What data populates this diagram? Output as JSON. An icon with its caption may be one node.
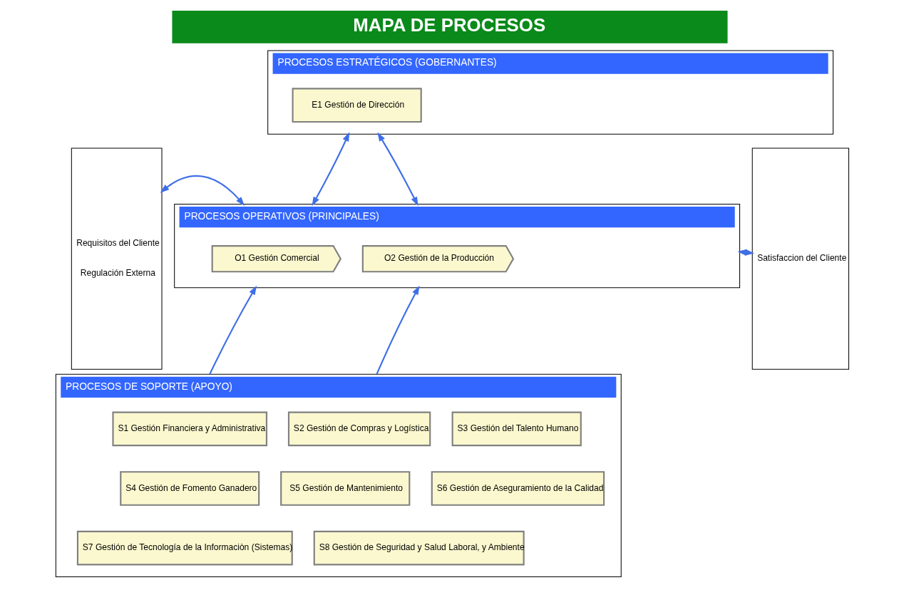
{
  "diagram": {
    "title": "MAPA DE PROCESOS",
    "nodes": [
      {
        "text": [
          "Requisitos del Cliente",
          "Regulación Externa"
        ]
      },
      {
        "text": [
          "PROCESOS ESTRATÉGICOS (GOBERNANTES)"
        ]
      },
      {
        "text": [
          "E1 Gestión de Dirección"
        ],
        "in": 1
      },
      {
        "text": [
          "PROCESOS OPERATIVOS (PRINCIPALES)"
        ]
      },
      {
        "text": [
          "O1 Gestión Comercial"
        ],
        "in": 3
      },
      {
        "text": [
          "O2 Gestión de la Producción"
        ],
        "in": 3
      },
      {
        "text": [
          "PROCESOS DE SOPORTE (APOYO)"
        ]
      },
      {
        "text": [
          "S1 Gestión Financiera y Administrativa"
        ],
        "in": 6
      },
      {
        "text": [
          "S2 Gestión de Compras y Logística"
        ],
        "in": 6
      },
      {
        "text": [
          "S3 Gestión del Talento Humano"
        ],
        "in": 6
      },
      {
        "text": [
          "S4 Gestión de Fomento Ganadero"
        ],
        "in": 6
      },
      {
        "text": [
          "S5 Gestión de Mantenimiento"
        ],
        "in": 6
      },
      {
        "text": [
          "S6 Gestión de Aseguramiento de la Calidad"
        ],
        "in": 6
      },
      {
        "text": [
          "S7 Gestión de Tecnología de la Informaciòn (Sistemas)"
        ],
        "in": 6
      },
      {
        "text": [
          "S8 Gestión de Seguridad y Salud Laboral, y Ambiente"
        ],
        "in": 6
      },
      {
        "text": [
          "Satisfaccion del Cliente"
        ]
      }
    ],
    "edges": [
      {
        "from": 1,
        "to": 3,
        "arrow": "both"
      },
      {
        "from": 1,
        "to": 3,
        "arrow": "both"
      },
      {
        "from": 0,
        "to": 3,
        "arrow": "both"
      },
      {
        "from": 3,
        "to": 15,
        "arrow": "both"
      },
      {
        "from": 6,
        "to": 3,
        "arrow": "to"
      },
      {
        "from": 6,
        "to": 3,
        "arrow": "to"
      }
    ]
  }
}
